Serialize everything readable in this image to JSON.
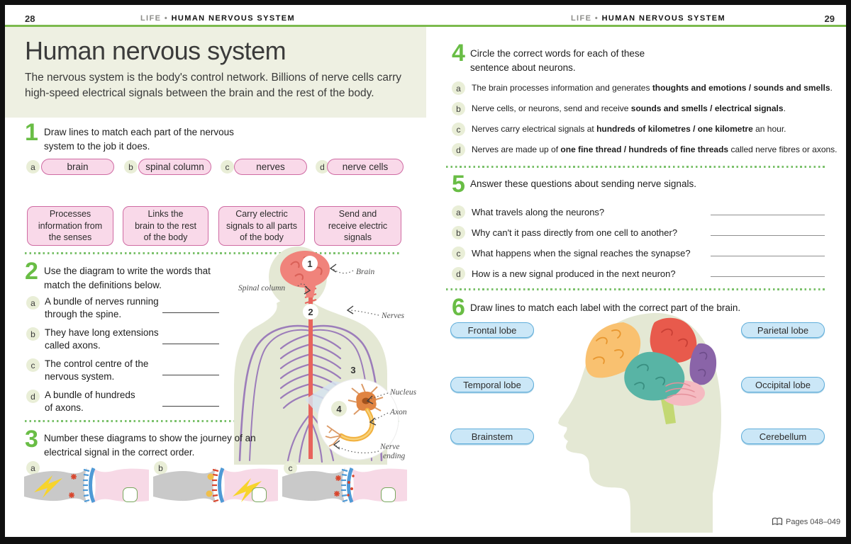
{
  "header": {
    "left_page_number": "28",
    "right_page_number": "29",
    "section": "LIFE",
    "separator": "•",
    "topic": "HUMAN NERVOUS SYSTEM"
  },
  "left": {
    "title": "Human nervous system",
    "intro": "The nervous system is the body's control network. Billions of nerve cells carry\nhigh-speed electrical signals between the brain and the rest of the body.",
    "ex1": {
      "number": "1",
      "prompt": "Draw lines to match each part of the nervous\nsystem to the job it does.",
      "terms": [
        {
          "letter": "a",
          "label": "brain"
        },
        {
          "letter": "b",
          "label": "spinal column"
        },
        {
          "letter": "c",
          "label": "nerves"
        },
        {
          "letter": "d",
          "label": "nerve cells"
        }
      ],
      "jobs": [
        "Processes\ninformation from\nthe senses",
        "Links the\nbrain to the rest\nof the body",
        "Carry electric\nsignals to all parts\nof the body",
        "Send and\nreceive electric\nsignals"
      ]
    },
    "ex2": {
      "number": "2",
      "prompt": "Use the diagram to write the words that\nmatch the definitions below.",
      "items": [
        {
          "letter": "a",
          "text": "A bundle of nerves running\nthrough the spine."
        },
        {
          "letter": "b",
          "text": "They have long extensions\ncalled axons."
        },
        {
          "letter": "c",
          "text": "The control centre of the\nnervous system."
        },
        {
          "letter": "d",
          "text": "A bundle of hundreds\nof axons."
        }
      ]
    },
    "diagram": {
      "labels": {
        "brain": "Brain",
        "spinal_column": "Spinal column",
        "nerves": "Nerves",
        "nucleus": "Nucleus",
        "axon": "Axon",
        "nerve_ending_1": "Nerve",
        "nerve_ending_2": "ending"
      },
      "numbers": {
        "n1": "1",
        "n2": "2",
        "n3": "3",
        "n4": "4"
      }
    },
    "ex3": {
      "number": "3",
      "prompt": "Number these diagrams to show the journey of an\nelectrical signal in the correct order.",
      "items": [
        {
          "letter": "a"
        },
        {
          "letter": "b"
        },
        {
          "letter": "c"
        }
      ]
    }
  },
  "right": {
    "ex4": {
      "number": "4",
      "prompt": "Circle the correct words for each of these\nsentence about neurons.",
      "items": [
        {
          "letter": "a",
          "pre": "The brain processes information and generates ",
          "choice": "thoughts and emotions / sounds and smells",
          "post": "."
        },
        {
          "letter": "b",
          "pre": "Nerve cells, or neurons, send and receive ",
          "choice": "sounds and smells / electrical signals",
          "post": "."
        },
        {
          "letter": "c",
          "pre": "Nerves carry electrical signals at ",
          "choice": "hundreds of kilometres / one kilometre",
          "post": " an hour."
        },
        {
          "letter": "d",
          "pre": "Nerves are made up of ",
          "choice": "one fine thread / hundreds of fine threads",
          "post": " called nerve fibres or axons."
        }
      ]
    },
    "ex5": {
      "number": "5",
      "prompt": "Answer these questions about sending nerve signals.",
      "items": [
        {
          "letter": "a",
          "text": "What travels along the neurons?"
        },
        {
          "letter": "b",
          "text": "Why can't it pass directly from one cell to another?"
        },
        {
          "letter": "c",
          "text": "What happens when the signal reaches the synapse?"
        },
        {
          "letter": "d",
          "text": "How is a new signal produced in the next neuron?"
        }
      ]
    },
    "ex6": {
      "number": "6",
      "prompt": "Draw lines to match each label with the correct part of the brain.",
      "labels_left": [
        "Frontal lobe",
        "Temporal lobe",
        "Brainstem"
      ],
      "labels_right": [
        "Parietal lobe",
        "Occipital lobe",
        "Cerebellum"
      ]
    }
  },
  "footer": {
    "pages_ref": "Pages 048–049"
  },
  "colors": {
    "accent_green": "#69bd45",
    "rule_green": "#7cba4e",
    "dotted_green": "#7bc16b",
    "sage_panel": "#eef0e2",
    "pink_fill": "#f9d9e9",
    "pink_border": "#cf6ba3",
    "blue_fill": "#cbe7f7",
    "blue_border": "#5fadda",
    "silhouette": "#e4e8d4",
    "brain_red": "#f0837b",
    "nerve_purple": "#9c7dba",
    "spine_red": "#e8645c",
    "neuron_orange": "#e08442",
    "axon_yellow": "#f2b13e",
    "frontal_orange": "#f9c170",
    "parietal_red": "#e85a4c",
    "occipital_purple": "#8a64a8",
    "temporal_teal": "#58b4a5",
    "cerebellum_pink": "#f5bac1",
    "brainstem_green": "#c3d873"
  }
}
